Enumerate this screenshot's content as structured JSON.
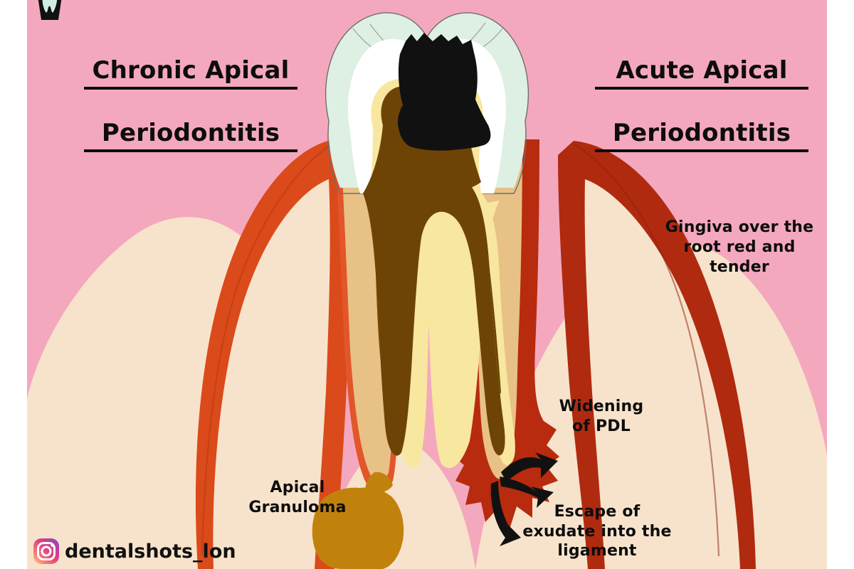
{
  "image": {
    "kind": "dental-education-infographic",
    "subject": "Comparison of chronic versus acute apical periodontitis on a cross-sectioned molar",
    "background_color": "#F4A8BE",
    "margin_color": "#FFFFFF"
  },
  "titles": {
    "left_line1": "Chronic Apical",
    "left_line2": "Periodontitis",
    "right_line1": "Acute Apical",
    "right_line2": "Periodontitis"
  },
  "annotations": {
    "gingiva": "Gingiva over the\nroot red and tender",
    "widening": "Widening\nof PDL",
    "escape": "Escape of\nexudate into the\nligament",
    "granuloma": "Apical\nGranuloma"
  },
  "watermark": {
    "handle": "dentalshots_lon",
    "icon": "instagram-icon",
    "logo": "tooth-logo-icon"
  },
  "palette": {
    "background_pink": "#F4A8BE",
    "enamel_mint": "#DDF0E3",
    "enamel_white": "#FFFFFF",
    "dentin_yellow": "#F8E79E",
    "pulp_brown": "#6E4406",
    "caries_black": "#111111",
    "cementum_tan": "#E8C187",
    "gingiva_left_orange": "#DB4A1A",
    "gingiva_right_red": "#B02A10",
    "bone_cream": "#F7E3CB",
    "granuloma_ochre": "#C1820D",
    "arrow_black": "#111111",
    "text_black": "#0D0D0D"
  },
  "anatomy_labels": {
    "enamel": "enamel",
    "dentin": "dentin",
    "pulp": "pulp-chamber-and-canals",
    "caries": "carious-lesion",
    "cementum": "cementum",
    "pdl_left": "periodontal-ligament-normal",
    "pdl_right": "periodontal-ligament-widened",
    "bone": "alveolar-bone",
    "granuloma": "apical-granuloma",
    "exudate_arrows": "exudate-escape-arrows"
  }
}
